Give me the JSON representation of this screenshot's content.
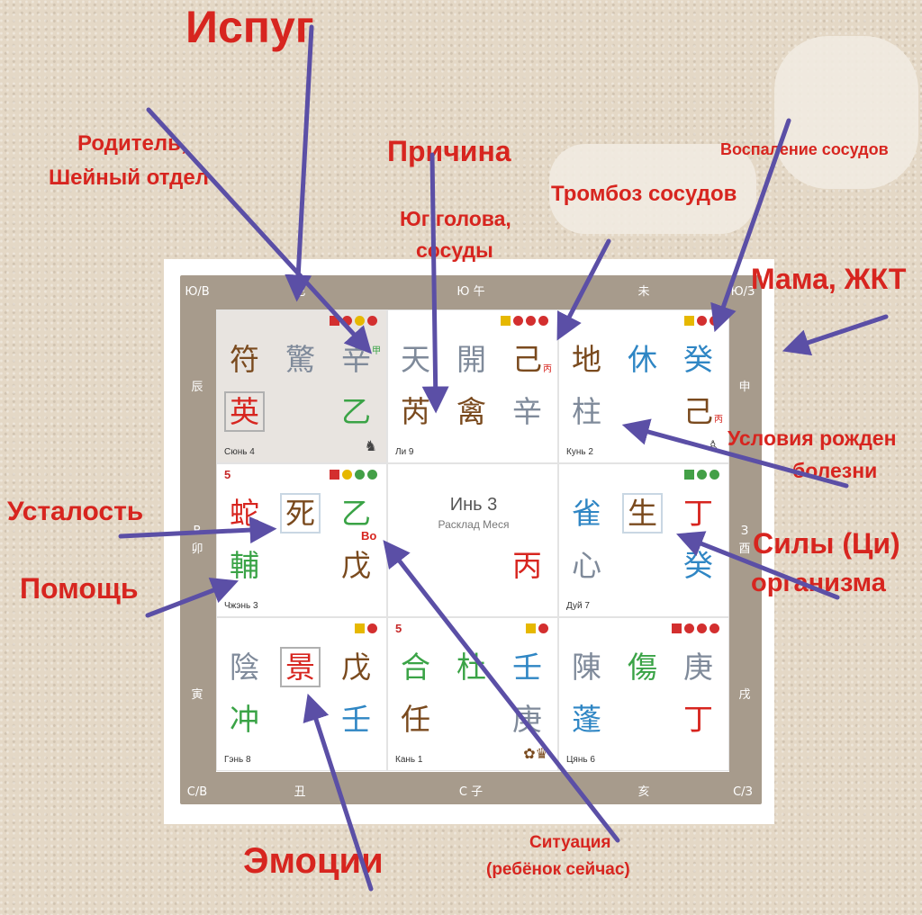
{
  "board": {
    "edges": {
      "top": [
        "Ю/В",
        "巳",
        "Ю 午",
        "未",
        "Ю/З"
      ],
      "left": [
        "辰",
        "В",
        "卯",
        "寅"
      ],
      "right": [
        "申",
        "З",
        "酉",
        "戌"
      ],
      "bottom": [
        "С/В",
        "丑",
        "С 子",
        "亥",
        "С/З"
      ]
    },
    "cells": {
      "se": {
        "name": "Сюнь 4",
        "g": [
          "符",
          "驚",
          "辛",
          "英",
          "乙"
        ],
        "sub": "甲",
        "sym": "♞"
      },
      "s": {
        "name": "Ли 9",
        "g": [
          "天",
          "開",
          "己",
          "芮",
          "禽",
          "辛"
        ],
        "sub": "丙"
      },
      "sw": {
        "name": "Кунь 2",
        "g": [
          "地",
          "休",
          "癸",
          "柱",
          "己"
        ],
        "sub": "丙",
        "sym": "♙"
      },
      "e": {
        "num": "5",
        "name": "Чжэнь 3",
        "g": [
          "蛇",
          "死",
          "乙",
          "輔",
          "戊"
        ],
        "sub": "Во"
      },
      "c": {
        "title": "Инь 3",
        "subtitle": "Расклад Меся",
        "g": [
          "丙"
        ]
      },
      "w": {
        "name": "Дуй 7",
        "g": [
          "雀",
          "生",
          "丁",
          "心",
          "癸"
        ]
      },
      "ne": {
        "name": "Гэнь 8",
        "g": [
          "陰",
          "景",
          "戊",
          "冲",
          "壬"
        ]
      },
      "n": {
        "num": "5",
        "name": "Кань 1",
        "g": [
          "合",
          "杜",
          "壬",
          "任",
          "庚"
        ],
        "sym": "✿♛"
      },
      "nw": {
        "name": "Цянь 6",
        "g": [
          "陳",
          "傷",
          "庚",
          "蓬",
          "丁"
        ]
      }
    }
  },
  "labels": {
    "ispug": "Испуг",
    "roditel": "Родитель,",
    "sheyny": "Шейный отдел",
    "prichina": "Причина",
    "yug_golova": "Юг голова,",
    "sosudy": "сосуды",
    "tromboz": "Тромбоз сосудов",
    "vospalenie": "Воспаление сосудов",
    "mama": "Мама, ЖКТ",
    "usloviya1": "Условия рожден",
    "usloviya2": "болезни",
    "ustalost": "Усталость",
    "pomosch": "Помощь",
    "sily1": "Силы (Ци)",
    "sily2": "организма",
    "emocii": "Эмоции",
    "situaciya1": "Ситуация",
    "situaciya2": "(ребёнок сейчас)"
  },
  "colors": {
    "red": "#d7251f",
    "arrow": "#5b4fa6",
    "brown": "#7a4a1e",
    "blue": "#2f86c4",
    "green": "#3aa346",
    "grey": "#7f8a9a",
    "maroon": "#9a2020",
    "marker_yellow": "#e6b800",
    "marker_red": "#d32f2f",
    "marker_green": "#43a047"
  },
  "icons": [
    "arrow-icon",
    "horse-icon",
    "pawn-icon",
    "flower-icon",
    "crown-icon",
    "status-dot-icon"
  ]
}
